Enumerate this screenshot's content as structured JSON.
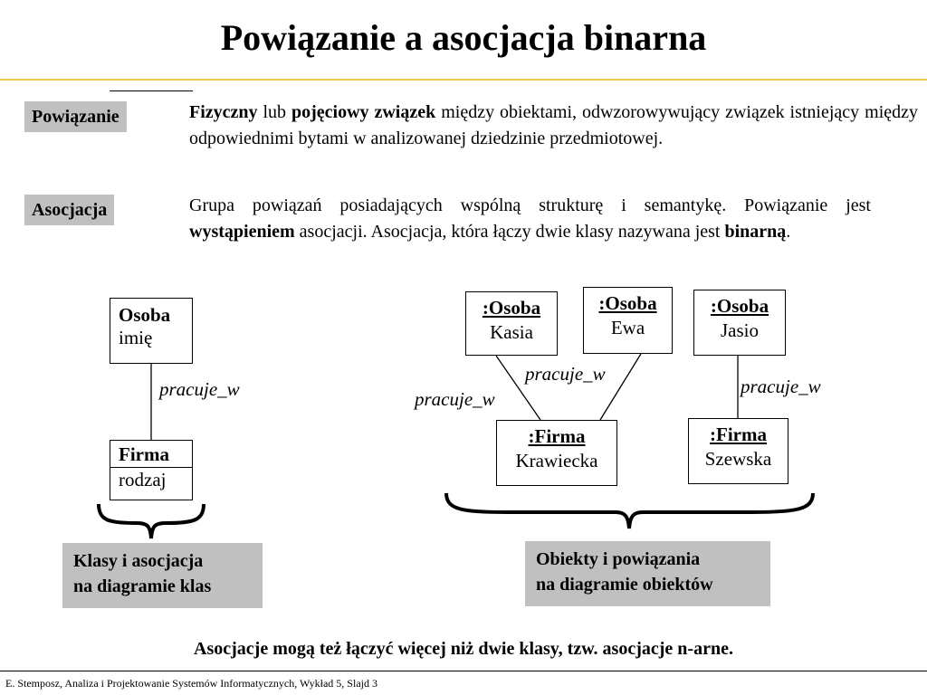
{
  "title": "Powiązanie a asocjacja binarna",
  "definitions": {
    "link": {
      "term": "Powiązanie",
      "parts": [
        {
          "t": "Fizyczny",
          "b": true
        },
        {
          "t": " lub ",
          "b": false
        },
        {
          "t": "pojęciowy związek",
          "b": true
        },
        {
          "t": "  między obiektami, odwzorowywujący związek istniejący między odpowiednimi bytami w analizowanej dziedzinie przedmiotowej.",
          "b": false
        }
      ]
    },
    "association": {
      "term": "Asocjacja",
      "parts": [
        {
          "t": "Grupa  powiązań posiadających wspólną strukturę i semantykę. Powiązanie jest  ",
          "b": false
        },
        {
          "t": "wystąpieniem",
          "b": true
        },
        {
          "t": " asocjacji. Asocjacja, która łączy dwie klasy nazywana jest ",
          "b": false
        },
        {
          "t": "binarną",
          "b": true
        },
        {
          "t": ".",
          "b": false
        }
      ]
    }
  },
  "class_diagram": {
    "class_top": {
      "name": "Osoba",
      "attr": "imię"
    },
    "class_bottom": {
      "name": "Firma",
      "attr": "rodzaj"
    },
    "assoc_label": "pracuje_w",
    "caption_line1": "Klasy i asocjacja",
    "caption_line2": "na diagramie  klas"
  },
  "object_diagram": {
    "objects": [
      {
        "name": ":Osoba",
        "value": "Kasia"
      },
      {
        "name": ":Osoba",
        "value": "Ewa"
      },
      {
        "name": ":Osoba",
        "value": "Jasio"
      },
      {
        "name": ":Firma",
        "value": "Krawiecka"
      },
      {
        "name": ":Firma",
        "value": "Szewska"
      }
    ],
    "link_labels": [
      "pracuje_w",
      "pracuje_w",
      "pracuje_w"
    ],
    "caption_line1": "Obiekty i powiązania",
    "caption_line2": "na diagramie obiektów"
  },
  "bottom_note": "Asocjacje mogą też łączyć więcej niż dwie klasy, tzw. asocjacje n-arne.",
  "footer": "E. Stemposz, Analiza i Projektowanie Systemów Informatycznych, Wykład 5, Slajd 3",
  "colors": {
    "title_rule": "#f1c75b",
    "label_bg": "#c0c0c0"
  }
}
